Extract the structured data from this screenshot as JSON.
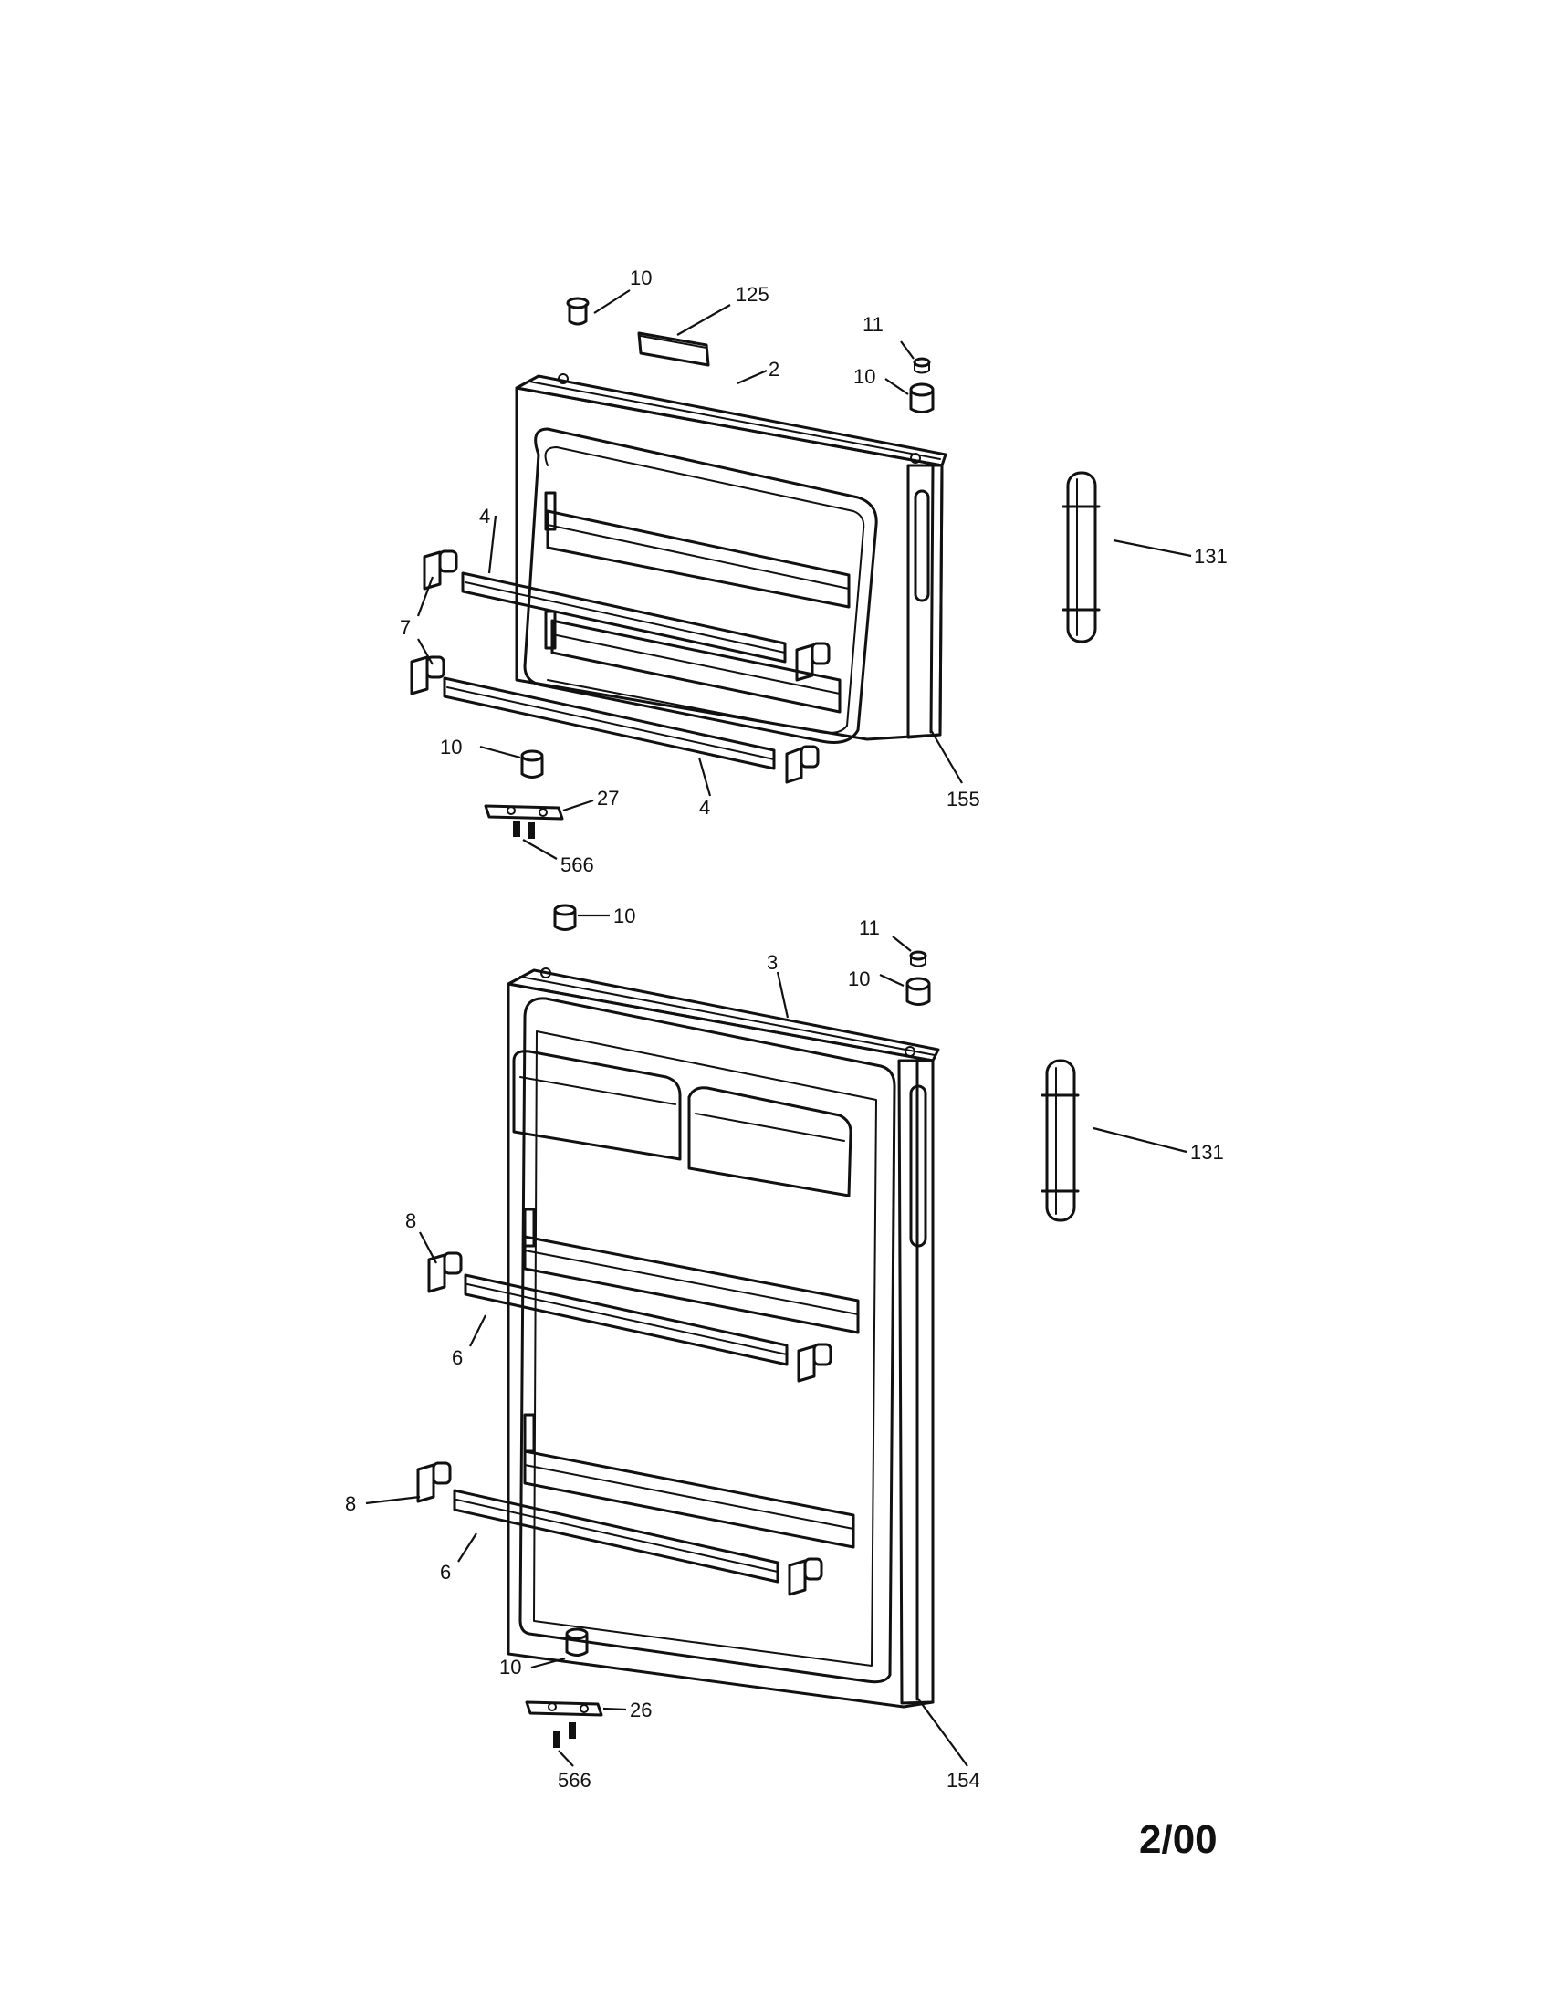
{
  "callouts": {
    "top": {
      "c10_a": "10",
      "c125": "125",
      "c11": "11",
      "c10_b": "10",
      "c2": "2",
      "c131": "131",
      "c4_a": "4",
      "c7": "7",
      "c10_c": "10",
      "c4_b": "4",
      "c27": "27",
      "c155": "155",
      "c566": "566"
    },
    "bottom": {
      "c10_a": "10",
      "c11": "11",
      "c3": "3",
      "c10_b": "10",
      "c131": "131",
      "c8_a": "8",
      "c6_a": "6",
      "c8_b": "8",
      "c6_b": "6",
      "c10_c": "10",
      "c26": "26",
      "c154": "154",
      "c566": "566"
    }
  },
  "revision": "2/00"
}
